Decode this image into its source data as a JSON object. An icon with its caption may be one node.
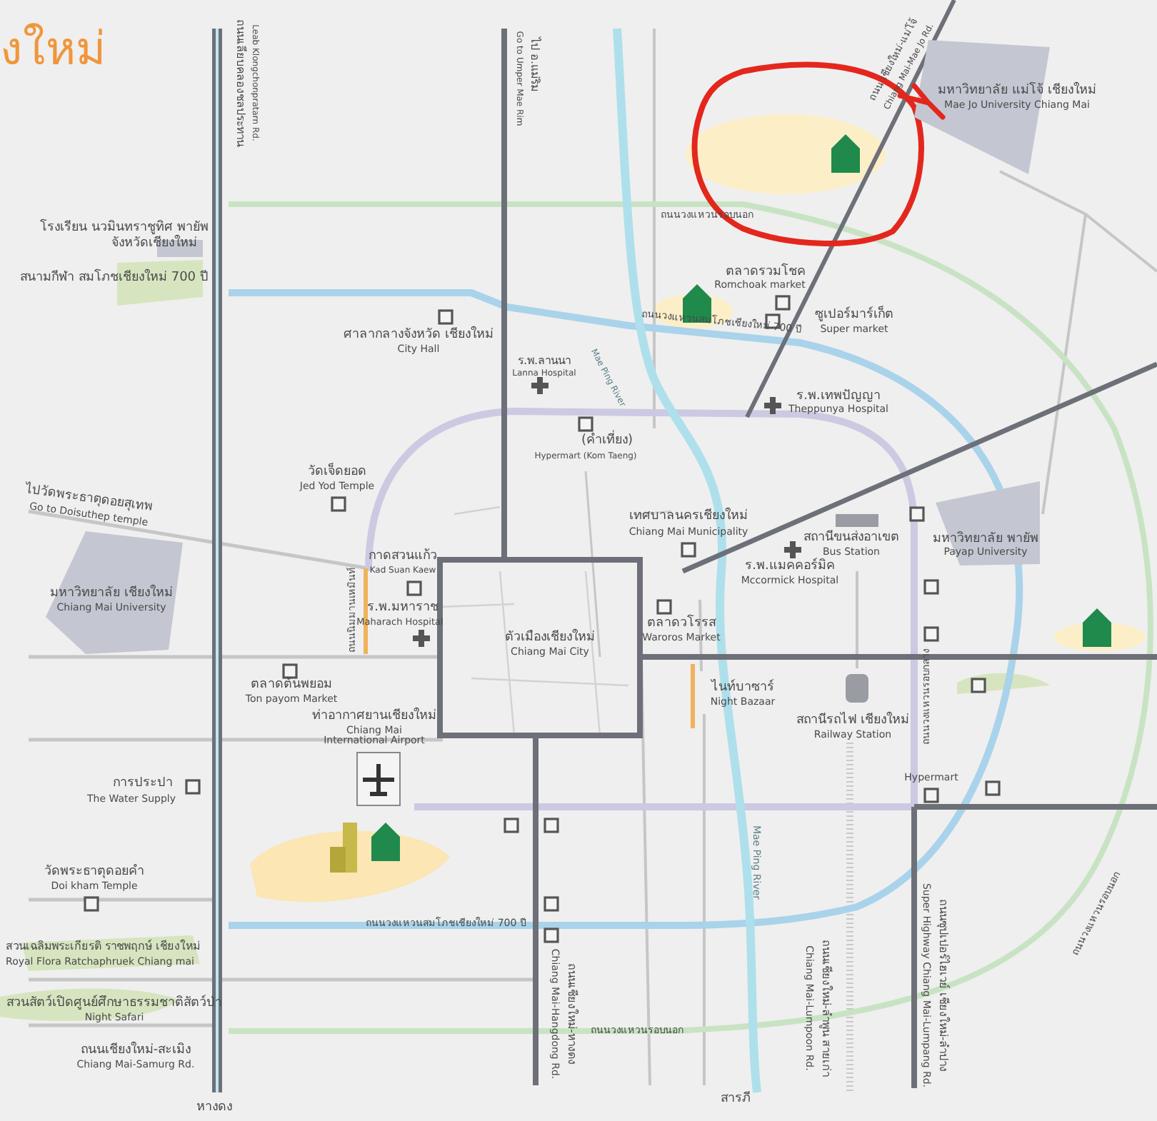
{
  "diagram": {
    "title": "งใหม่",
    "nodes": [
      {
        "text": [
          "มหาวิทยาลัย แม่โจ้ เชียงใหม่",
          "Mae Jo University Chiang Mai"
        ]
      },
      {
        "text": [
          "มหาวิทยาลัย พายัพ",
          "Payap University"
        ]
      },
      {
        "text": [
          "มหาวิทยาลัย เชียงใหม่",
          "Chiang Mai University"
        ]
      }
    ],
    "labels": [
      "ถนนเลียบคลองชลประทาน",
      "Leab Klongchonpratarn Rd.",
      "ไป อ.แม่ริม",
      "Go to Umper Mae Rim",
      "ถนน เชียงใหม่-แม่โจ้",
      "Chiang Mai-Mae Jo Rd.",
      "ถนนวงแหวนรอบนอก",
      "โรงเรียน นวมินทราชูทิศ พายัพ",
      "จังหวัดเชียงใหม่",
      "สนามกีฬา สมโภชเชียงใหม่ 700 ปี",
      "ตลาดรวมโชค",
      "Romchoak market",
      "ถนนวงแหวนสมโภชเชียงใหม่ 700 ปี",
      "ซูเปอร์มาร์เก็ต",
      "Super market",
      "ศาลากลางจังหวัด เชียงใหม่",
      "City Hall",
      "Mae Ping River",
      "ร.พ.ลานนา",
      "Lanna Hospital",
      "ร.พ.เทพปัญญา",
      "Theppunya Hospital",
      "(คำเที่ยง)",
      "Hypermart (Kom Taeng)",
      "วัดเจ็ดยอด",
      "Jed Yod Temple",
      "ไปวัดพระธาตุดอยสุเทพ",
      "Go to Doisuthep temple",
      "เทศบาลนครเชียงใหม่",
      "Chiang Mai Municipality",
      "สถานีขนส่งอาเขต",
      "Bus Station",
      "กาดสวนแก้ว",
      "Kad Suan Kaew",
      "ร.พ.แมคคอร์มิค",
      "Mccormick Hospital",
      "ถนนนิมมานเหมินท์",
      "ร.พ.มหาราช",
      "Maharach Hospital",
      "ตลาดวโรรส",
      "Waroros Market",
      "ตัวเมืองเชียงใหม่",
      "Chiang Mai City",
      "ถนนวงแหวนรอบกลาง",
      "ตลาดต้นพยอม",
      "Ton payom Market",
      "ไนท์บาซาร์",
      "Night Bazaar",
      "ท่าอากาศยานเชียงใหม่",
      "Chiang Mai International Airport",
      "สถานีรถไฟ เชียงใหม่",
      "Railway Station",
      "Hypermart",
      "การประปา",
      "The Water Supply",
      "Mae Ping River",
      "ถนนวงแหวนรอบนอก",
      "วัดพระธาตุดอยคำ",
      "Doi kham Temple",
      "ถนนวงแหวนสมโภชเชียงใหม่ 700 ปี",
      "สวนเฉลิมพระเกียรติ ราชพฤกษ์ เชียงใหม่",
      "Royal Flora Ratchaphruek Chiang mai",
      "สวนสัตว์เปิดศูนย์ศึกษาธรรมชาติสัตว์ป่า",
      "Night Safari",
      "ถนนวงแหวนรอบนอก",
      "ถนนเชียงใหม่-หางดง",
      "Chiang Mai-Hangdong Rd.",
      "ถนนเชียงใหม่-ลำพูน สายเก่า",
      "Chiang Mai-Lumpoon Rd.",
      "ถนนซุปเปอร์ไฮเวย์ เชียงใหม่-ลำปาง",
      "Super Highway Chiang Mai-Lumpang Rd.",
      "ถนนเชียงใหม่-สะเมิง",
      "Chiang Mai-Samurg Rd.",
      "หางดง",
      "สารภี"
    ]
  }
}
